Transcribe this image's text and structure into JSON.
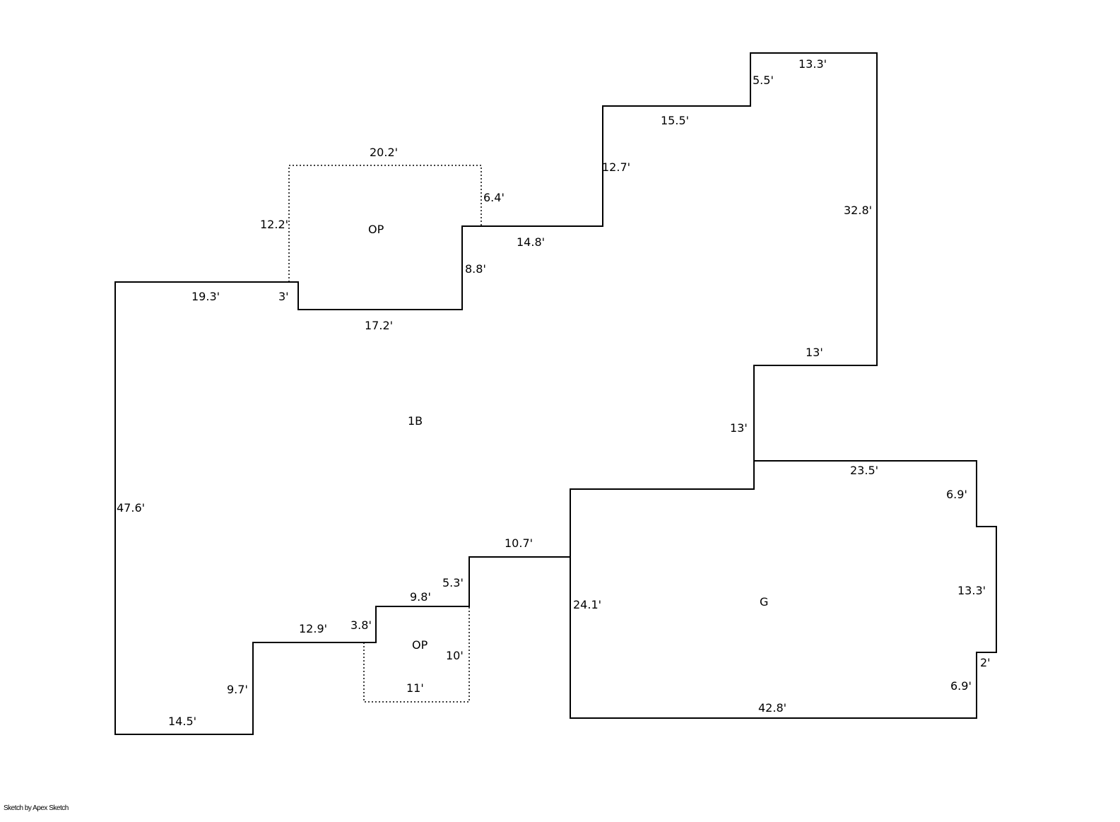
{
  "areas": {
    "main": "1B",
    "garage": "G",
    "porch_top": "OP",
    "porch_bottom": "OP"
  },
  "dimensions": {
    "d_19_3": "19.3'",
    "d_3": "3'",
    "d_17_2": "17.2'",
    "d_8_8": "8.8'",
    "d_14_8": "14.8'",
    "d_12_7": "12.7'",
    "d_15_5": "15.5'",
    "d_5_5": "5.5'",
    "d_13_3_top": "13.3'",
    "d_32_8": "32.8'",
    "d_13_a": "13'",
    "d_13_b": "13'",
    "d_23_5": "23.5'",
    "d_6_9_a": "6.9'",
    "d_13_3_right": "13.3'",
    "d_2": "2'",
    "d_6_9_b": "6.9'",
    "d_42_8": "42.8'",
    "d_24_1": "24.1'",
    "d_10_7": "10.7'",
    "d_5_3": "5.3'",
    "d_9_8": "9.8'",
    "d_3_8": "3.8'",
    "d_12_9": "12.9'",
    "d_9_7": "9.7'",
    "d_14_5": "14.5'",
    "d_47_6": "47.6'",
    "d_20_2": "20.2'",
    "d_12_2": "12.2'",
    "d_6_4": "6.4'",
    "d_10": "10'",
    "d_11": "11'"
  },
  "credit": "Sketch by Apex Sketch"
}
